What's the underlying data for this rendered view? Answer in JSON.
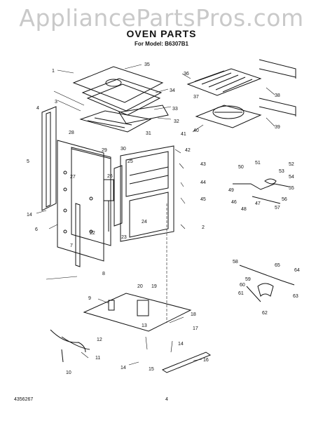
{
  "watermark": "AppliancePartsPros.com",
  "title": "OVEN PARTS",
  "subtitle": "For Model: B6307B1",
  "doc_number": "4356267",
  "page_number": "4",
  "callouts": [
    "1",
    "2",
    "3",
    "4",
    "5",
    "6",
    "7",
    "8",
    "9",
    "10",
    "11",
    "12",
    "13",
    "14",
    "15",
    "16",
    "17",
    "18",
    "19",
    "20",
    "22",
    "23",
    "24",
    "25",
    "26",
    "27",
    "28",
    "29",
    "30",
    "31",
    "32",
    "33",
    "34",
    "35",
    "36",
    "37",
    "38",
    "39",
    "40",
    "41",
    "42",
    "43",
    "44",
    "45",
    "46",
    "47",
    "48",
    "49",
    "50",
    "51",
    "52",
    "53",
    "54",
    "55",
    "56",
    "57",
    "58",
    "59",
    "60",
    "61",
    "62",
    "63",
    "64",
    "65"
  ]
}
